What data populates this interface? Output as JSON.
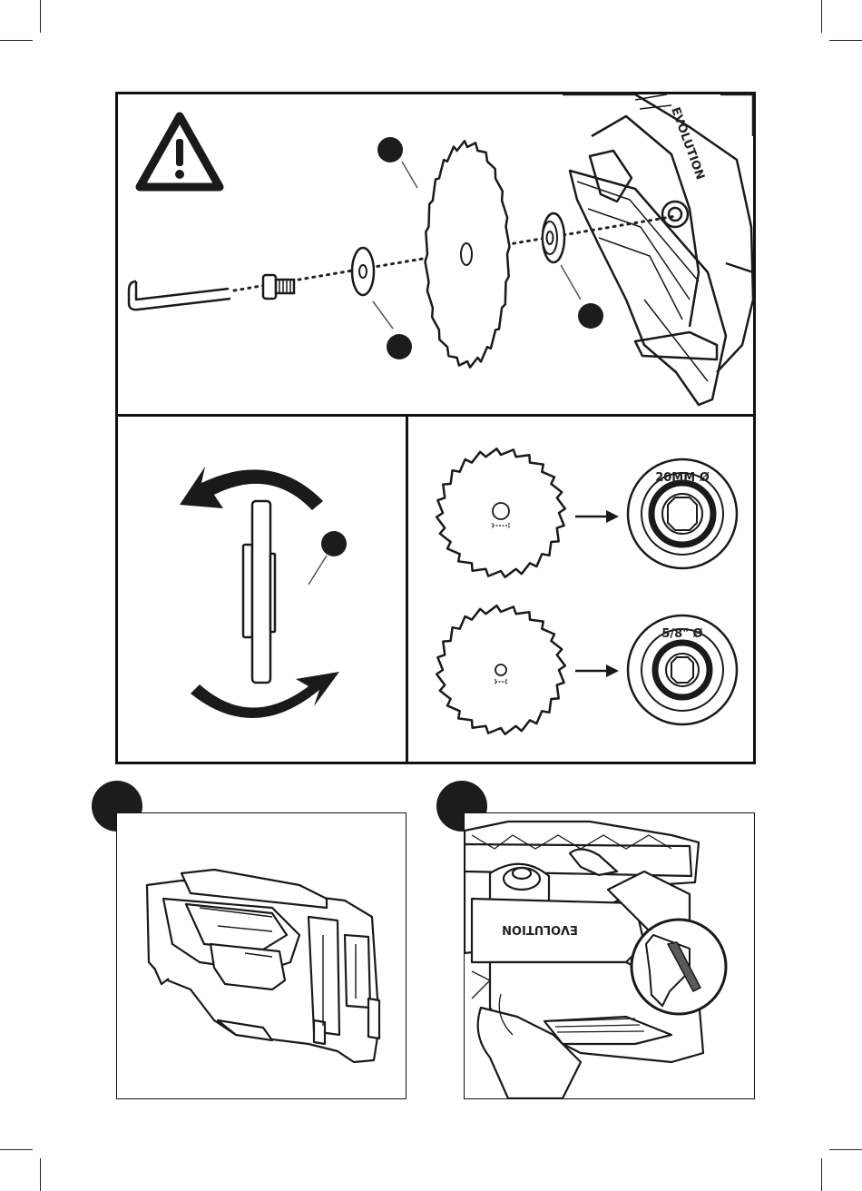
{
  "figure": {
    "brand_text": "EVOLUTION",
    "flange_labels": {
      "metric": "20MM Ø",
      "imperial": "5/8\" Ø"
    },
    "icons": {
      "warning": "warning-triangle-icon",
      "rotate": "rotate-arrows-icon",
      "indicator": "arrow-right-icon"
    },
    "colors": {
      "ink": "#111111",
      "marker": "#1c1c1c",
      "paper": "#ffffff"
    }
  }
}
